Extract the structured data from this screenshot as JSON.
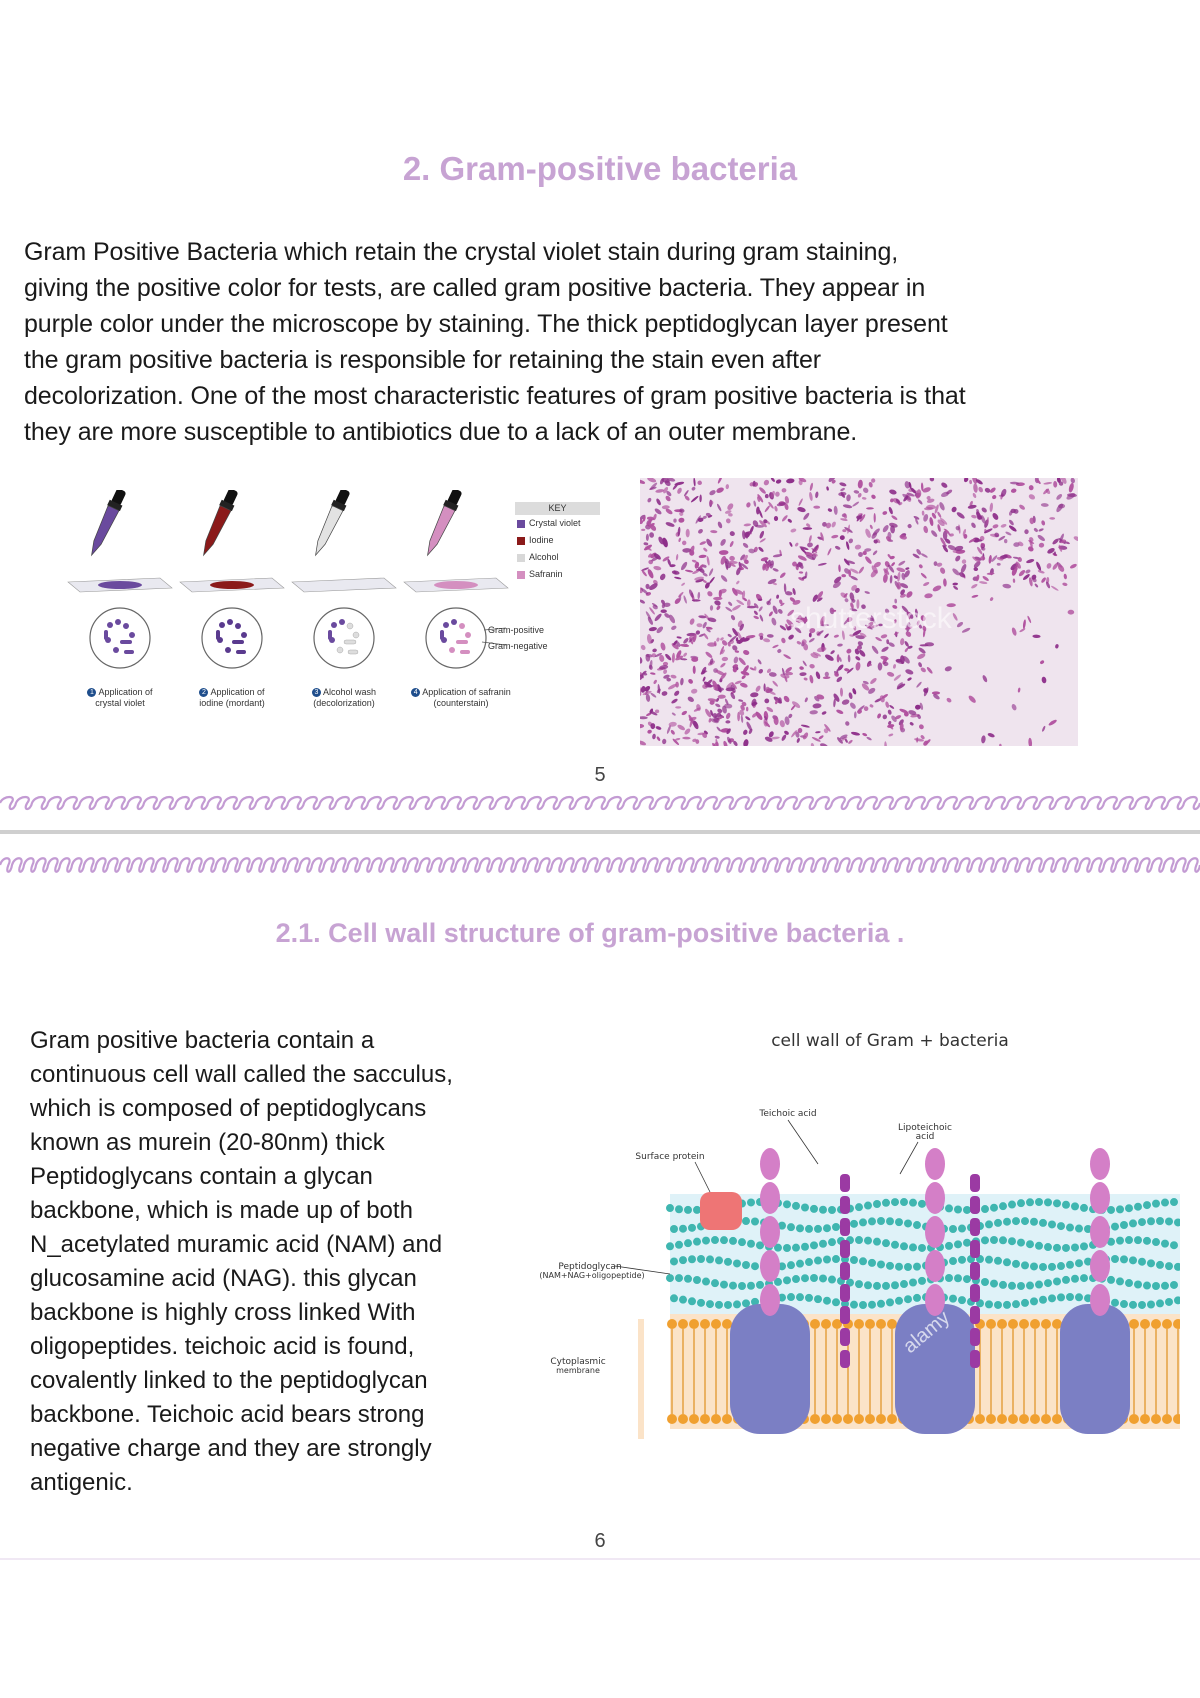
{
  "page1": {
    "title": "2. Gram-positive bacteria",
    "paragraph_lines": [
      "Gram Positive Bacteria which retain the crystal violet stain during gram staining,",
      "giving the positive color for tests, are called gram positive bacteria. They appear in",
      "purple color under the microscope by staining. The thick peptidoglycan layer present",
      "the gram positive bacteria is responsible for retaining the stain even after",
      "decolorization. One of the most characteristic features of gram positive bacteria is that",
      "they are more susceptible to antibiotics due to a lack of an outer membrane."
    ],
    "diagram": {
      "key_title": "KEY",
      "key_items": [
        {
          "label": "Crystal violet",
          "color": "#6a4a9e"
        },
        {
          "label": "Iodine",
          "color": "#8b1a1a"
        },
        {
          "label": "Alcohol",
          "color": "#d8d8d8"
        },
        {
          "label": "Safranin",
          "color": "#d48fc0"
        }
      ],
      "gram_positive_label": "Gram-positive",
      "gram_negative_label": "Gram-negative",
      "steps": [
        {
          "num": "1",
          "line1": "Application of",
          "line2": "crystal violet"
        },
        {
          "num": "2",
          "line1": "Application of",
          "line2": "iodine (mordant)"
        },
        {
          "num": "3",
          "line1": "Alcohol wash",
          "line2": "(decolorization)"
        },
        {
          "num": "4",
          "line1": "Application of safranin",
          "line2": "(counterstain)"
        }
      ]
    },
    "micrograph_watermark": "shutterstock",
    "page_number": "5"
  },
  "page2": {
    "title": "2.1. Cell wall structure of gram-positive bacteria .",
    "paragraph_lines": [
      "Gram positive bacteria contain a",
      "continuous cell wall  called the sacculus,",
      "which is composed of peptidoglycans",
      "known as murein (20-80nm) thick",
      "Peptidoglycans contain a glycan",
      "backbone, which is  made up of both",
      "N_acetylated muramic acid (NAM) and",
      "glucosamine acid (NAG).  this  glycan",
      "backbone is highly cross linked With",
      "oligopeptides. teichoic acid is found,",
      "covalently linked to the peptidoglycan",
      "backbone. Teichoic acid bears strong",
      "negative charge and they are strongly",
      "antigenic."
    ],
    "cellwall": {
      "title": "cell wall of Gram + bacteria",
      "teichoic_label": "Teichoic acid",
      "lipoteichoic_label_1": "Lipoteichoic",
      "lipoteichoic_label_2": "acid",
      "surface_protein_label": "Surface protein",
      "peptidoglycan_label_1": "Peptidoglycan",
      "peptidoglycan_label_2": "(NAM+NAG+oligopeptide)",
      "membrane_label_1": "Cytoplasmic",
      "membrane_label_2": "membrane",
      "watermark": "alamy"
    },
    "page_number": "6"
  },
  "colors": {
    "title": "#c7a3d3",
    "squiggle": "#c39bd3",
    "peptidoglycan": "#3fb6b0",
    "membrane": "#f0a030",
    "protein": "#7b7fc4",
    "teichoic": "#d47fc7",
    "lipoteichoic": "#9b3aa3"
  }
}
